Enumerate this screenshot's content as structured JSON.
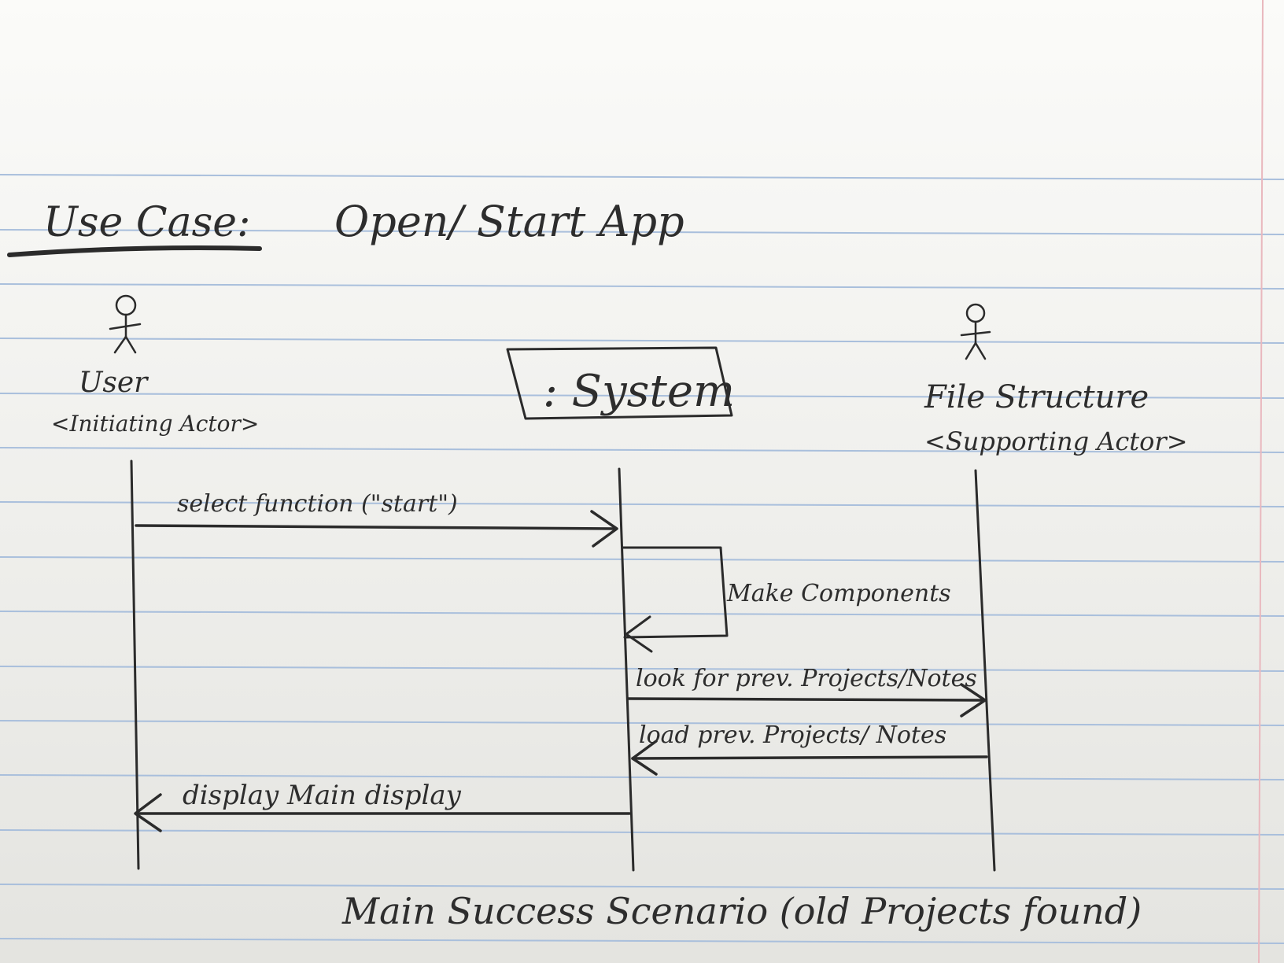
{
  "heading": {
    "label": "Use Case:",
    "title": "Open/ Start App"
  },
  "actors": {
    "user": {
      "name": "User",
      "role": "<Initiating Actor>"
    },
    "system": {
      "name": ": System"
    },
    "file_structure": {
      "name": "File Structure",
      "role": "<Supporting Actor>"
    }
  },
  "messages": [
    {
      "text": "select function (\"start\")",
      "from": "user",
      "to": "system"
    },
    {
      "text": "Make Components",
      "from": "system",
      "to": "system"
    },
    {
      "text": "look for prev. Projects/Notes",
      "from": "system",
      "to": "file_structure"
    },
    {
      "text": "load prev. Projects/ Notes",
      "from": "file_structure",
      "to": "system"
    },
    {
      "text": "display Main display",
      "from": "system",
      "to": "user"
    }
  ],
  "caption": "Main Success Scenario (old Projects found)",
  "colors": {
    "ink": "#2b2b2b",
    "rule_line": "#a9bfdc",
    "margin_line": "#e9b8be"
  }
}
